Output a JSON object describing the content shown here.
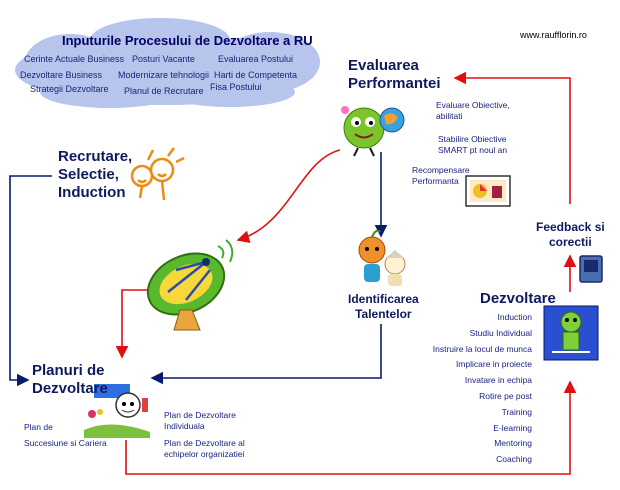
{
  "header": {
    "url": "www.raufflorin.ro"
  },
  "cloud": {
    "title": "Inputurile Procesului de Dezvoltare a RU",
    "items": [
      "Cerinte Actuale Business",
      "Posturi Vacante",
      "Evaluarea Postului",
      "Dezvoltare Business",
      "Modernizare tehnologii",
      "Harti de Competenta",
      "Strategii Dezvoltare",
      "Planul de Recrutare",
      "Fisa  Postului"
    ]
  },
  "nodes": {
    "evaluare": {
      "line1": "Evaluarea",
      "line2": "Performantei",
      "items": [
        "Evaluare Obiective,",
        "abilitati",
        "Stabilire Obiective",
        "SMART pt noul an",
        "Recompensare",
        "Performanta"
      ]
    },
    "recrutare": {
      "line1": "Recrutare,",
      "line2": "Selectie,",
      "line3": "Induction"
    },
    "talente": {
      "line1": "Identificarea",
      "line2": "Talentelor"
    },
    "feedback": {
      "line1": "Feedback si",
      "line2": "corectii"
    },
    "dezvoltare": {
      "title": "Dezvoltare",
      "items": [
        "Induction",
        "Studiu Individual",
        "Instruire la locul de munca",
        "Implicare in proiecte",
        "Invatare in echipa",
        "Rotire pe post",
        "Training",
        "E-learning",
        "Mentoring",
        "Coaching"
      ]
    },
    "planuri": {
      "line1": "Planuri de",
      "line2": "Dezvoltare",
      "items": [
        "Plan de",
        "Succesiune si Cariera",
        "Plan de Dezvoltare",
        "Individuala",
        "Plan de Dezvoltare al",
        "echipelor organizatiei"
      ]
    }
  },
  "colors": {
    "arrow_blue": "#0a1a6e",
    "arrow_red": "#e01010",
    "cloud": "#b7c4ec",
    "title": "#0d1b5e"
  }
}
